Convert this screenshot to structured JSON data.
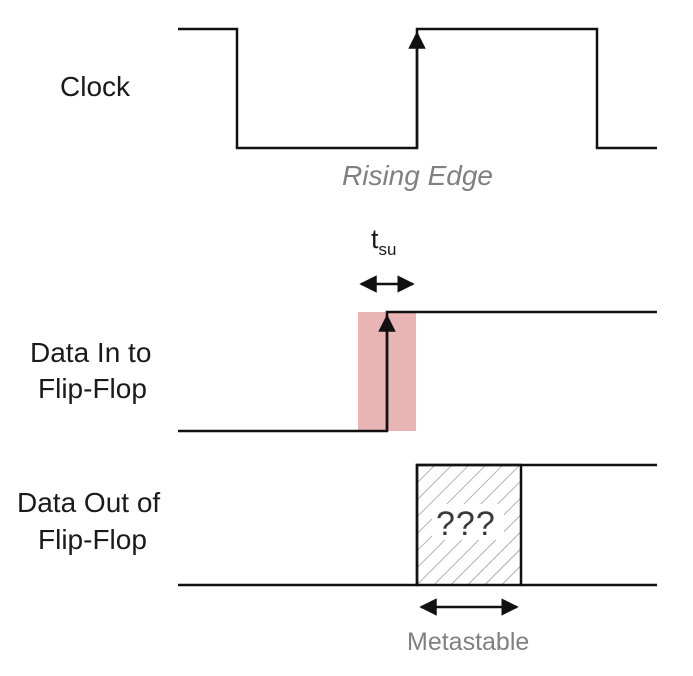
{
  "signals": {
    "clock": "Clock",
    "data_in": [
      "Data In to",
      "Flip-Flop"
    ],
    "data_out": [
      "Data Out of",
      "Flip-Flop"
    ]
  },
  "annotations": {
    "rising_edge": "Rising Edge",
    "setup_time_main": "t",
    "setup_time_sub": "su",
    "unknown_state": "???",
    "metastable": "Metastable"
  },
  "colors": {
    "setup_window": "#e8b4b4",
    "waveform": "#111111",
    "annotation_gray": "#808080"
  }
}
